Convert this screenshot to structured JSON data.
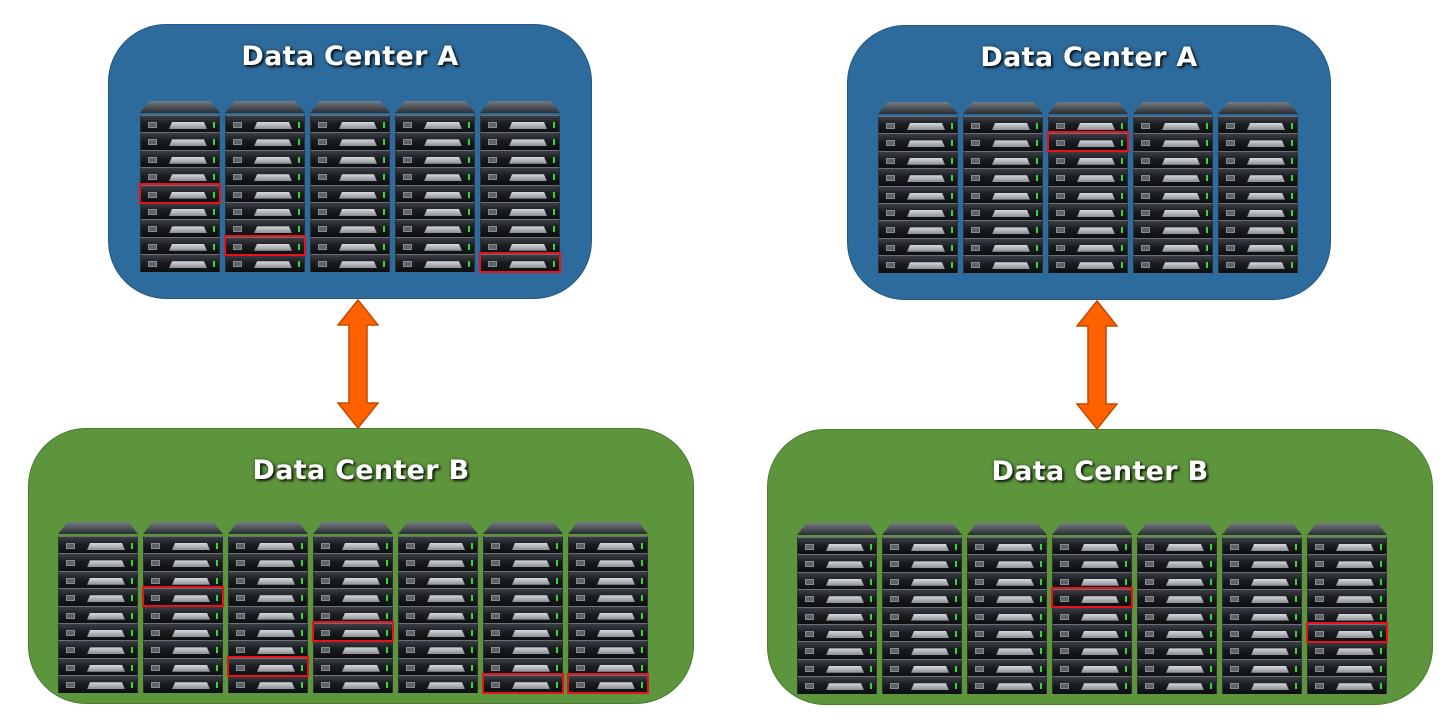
{
  "panels": [
    {
      "data_centers": [
        {
          "title": "Data Center A",
          "racks": 5,
          "failed_units": [
            [
              0,
              4
            ],
            [
              1,
              7
            ],
            [
              4,
              8
            ]
          ]
        },
        {
          "title": "Data Center B",
          "racks": 7,
          "failed_units": [
            [
              1,
              3
            ],
            [
              2,
              7
            ],
            [
              3,
              5
            ],
            [
              5,
              8
            ],
            [
              6,
              8
            ]
          ]
        }
      ]
    },
    {
      "data_centers": [
        {
          "title": "Data Center A",
          "racks": 5,
          "failed_units": [
            [
              2,
              1
            ]
          ]
        },
        {
          "title": "Data Center B",
          "racks": 7,
          "failed_units": [
            [
              3,
              3
            ],
            [
              6,
              5
            ]
          ]
        }
      ]
    }
  ],
  "colors": {
    "data_center_a": "#2d6b9c",
    "data_center_b": "#5c953c",
    "link_arrow": "#ff6000",
    "failed_highlight": "#e8121b",
    "status_led": "#36d63a"
  },
  "units_per_rack": 9
}
